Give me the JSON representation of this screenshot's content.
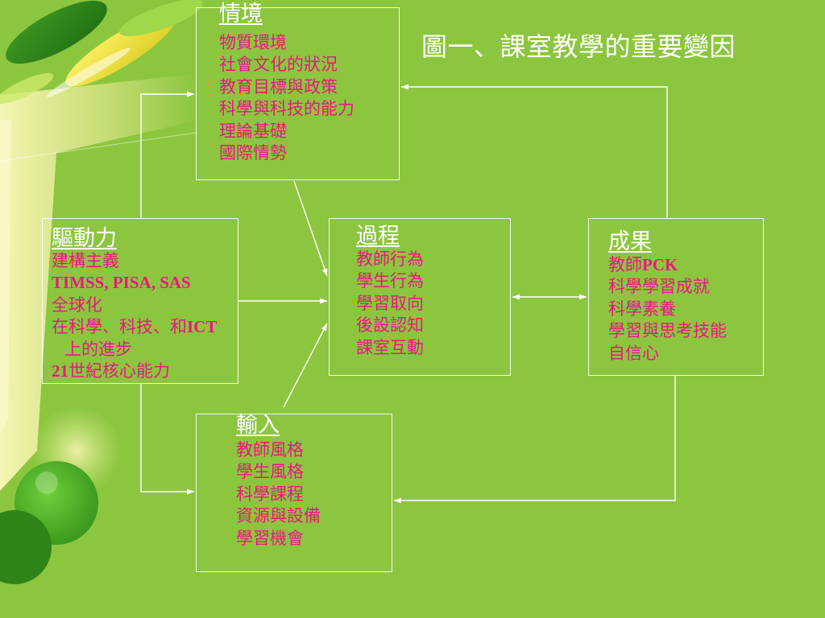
{
  "title": "圖一、課室教學的重要變因",
  "colors": {
    "background": "#8cc63f",
    "heading": "#ffffff",
    "item_text": "#e8187e",
    "connector": "#ffffff"
  },
  "boxes": {
    "context": {
      "heading": "情境",
      "items": [
        "物質環境",
        "社會文化的狀況",
        "教育目標與政策",
        "科學與科技的能力",
        "理論基礎",
        "國際情勢"
      ]
    },
    "drivers": {
      "heading": "驅動力",
      "items": [
        "建構主義",
        "TIMSS, PISA, SAS",
        "全球化",
        "在科學、科技、和ICT",
        "上的進步",
        "21世紀核心能力"
      ]
    },
    "process": {
      "heading": "過程",
      "items": [
        "教師行為",
        "學生行為",
        "學習取向",
        "後設認知",
        "課室互動"
      ]
    },
    "outcome": {
      "heading": "成果",
      "items": [
        "教師PCK",
        "科學學習成就",
        "科學素養",
        "學習與思考技能",
        "自信心"
      ]
    },
    "input": {
      "heading": "輸入",
      "items": [
        "教師風格",
        "學生風格",
        "科學課程",
        "資源與設備",
        "學習機會"
      ]
    }
  }
}
